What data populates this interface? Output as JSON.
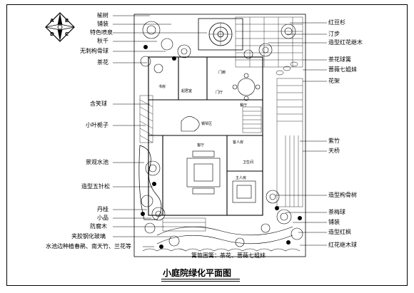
{
  "title": "小庭院绿化平面图",
  "compass": {
    "a": "A",
    "b": "B",
    "c": "C",
    "d": "D"
  },
  "labels_left": [
    "榆树",
    "铺装",
    "特色喷泉",
    "秋千",
    "无刺枸骨球",
    "茶花",
    "含笑球",
    "小叶栀子",
    "景观水池",
    "造型五针松",
    "丹桂",
    "小品",
    "防腐木",
    "夹胶钢化玻璃",
    "水池边种植春鹃、南天竹、兰花等"
  ],
  "labels_right": [
    "红豆杉",
    "汀步",
    "造型红花继木",
    "茶花球篱",
    "蔷薇七姐妹",
    "花架",
    "紫竹",
    "天桥",
    "造型枸骨树",
    "茶梅球",
    "铺装",
    "造型红枫",
    "红花继木球"
  ],
  "label_bottom": "篱笆围篱：茶花、蔷薇七姐妹",
  "rooms": [
    "门廊",
    "门厅",
    "客厅",
    "主人房",
    "卫生间",
    "客人房",
    "餐厅",
    "起居室",
    "钢琴区",
    "书房"
  ]
}
